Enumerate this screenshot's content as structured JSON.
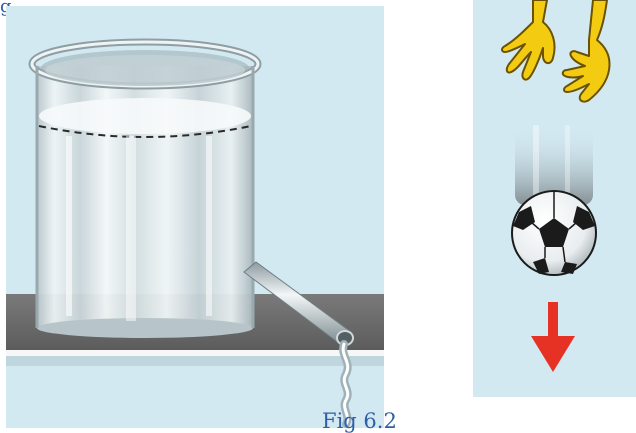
{
  "caption": "Fig 6.2",
  "top_fragment": "g",
  "colors": {
    "sky": "#d3e9f2",
    "caption": "#2f5fa8",
    "table": "#6e6e6e",
    "arrow": "#e53224",
    "hand": "#f3cc12"
  },
  "icons": [
    "water-container",
    "drain-pipe",
    "water-stream",
    "hands",
    "falling-football",
    "down-arrow"
  ]
}
